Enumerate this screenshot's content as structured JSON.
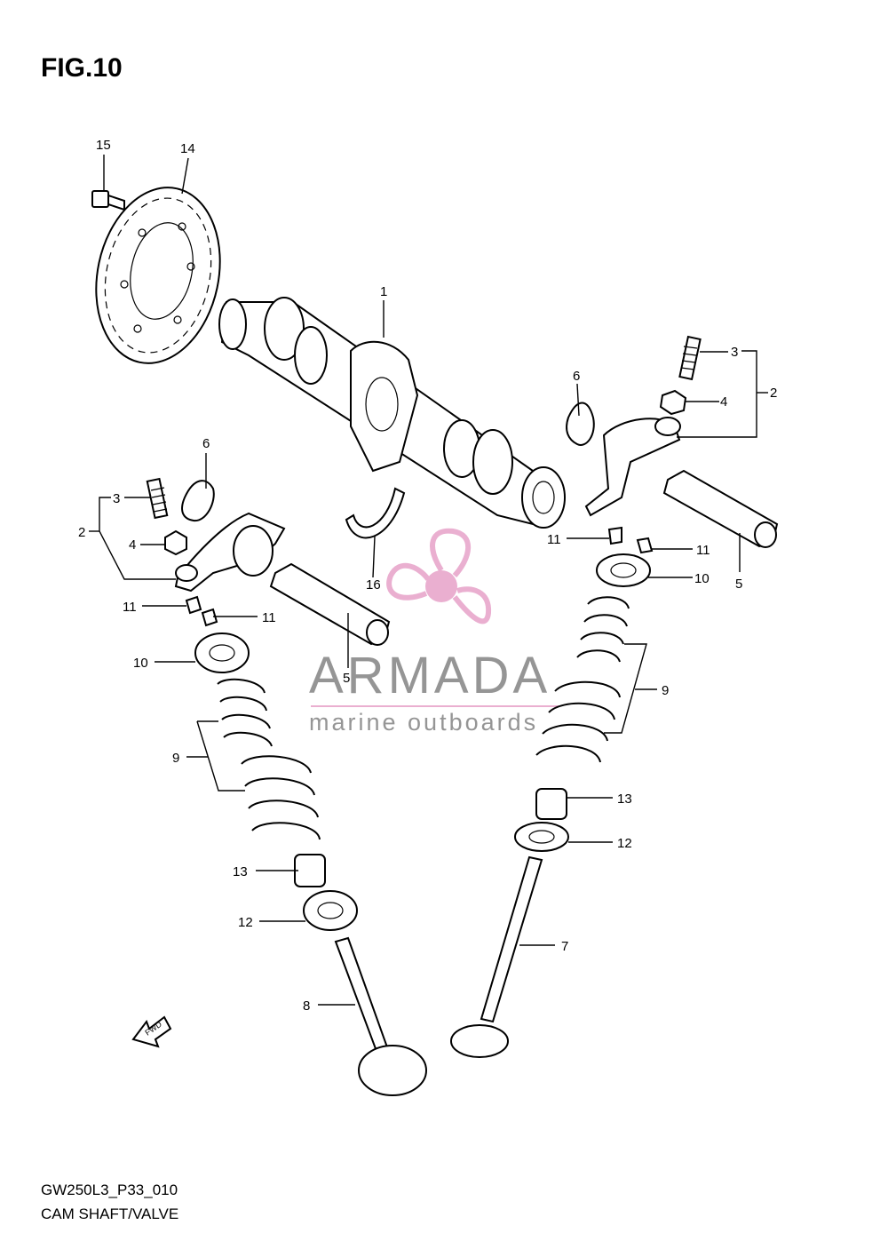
{
  "figure": {
    "title": "FIG.10"
  },
  "footer": {
    "code": "GW250L3_P33_010",
    "name": "CAM SHAFT/VALVE"
  },
  "watermark": {
    "brand": "ARMADA",
    "tagline": "marine outboards",
    "color": "#e8a7cc"
  },
  "fwd_arrow": {
    "label": "FWD"
  },
  "callouts": [
    {
      "id": "c15",
      "label": "15"
    },
    {
      "id": "c14",
      "label": "14"
    },
    {
      "id": "c1",
      "label": "1"
    },
    {
      "id": "c3r",
      "label": "3"
    },
    {
      "id": "c4r",
      "label": "4"
    },
    {
      "id": "c2r",
      "label": "2"
    },
    {
      "id": "c6r",
      "label": "6"
    },
    {
      "id": "c6l",
      "label": "6"
    },
    {
      "id": "c3l",
      "label": "3"
    },
    {
      "id": "c2l",
      "label": "2"
    },
    {
      "id": "c4l",
      "label": "4"
    },
    {
      "id": "c11a",
      "label": "11"
    },
    {
      "id": "c11b",
      "label": "11"
    },
    {
      "id": "c10l",
      "label": "10"
    },
    {
      "id": "c5l",
      "label": "5"
    },
    {
      "id": "c16",
      "label": "16"
    },
    {
      "id": "c11c",
      "label": "11"
    },
    {
      "id": "c11d",
      "label": "11"
    },
    {
      "id": "c10r",
      "label": "10"
    },
    {
      "id": "c5r",
      "label": "5"
    },
    {
      "id": "c9r",
      "label": "9"
    },
    {
      "id": "c9l",
      "label": "9"
    },
    {
      "id": "c13r",
      "label": "13"
    },
    {
      "id": "c12r",
      "label": "12"
    },
    {
      "id": "c13l",
      "label": "13"
    },
    {
      "id": "c12l",
      "label": "12"
    },
    {
      "id": "c7",
      "label": "7"
    },
    {
      "id": "c8",
      "label": "8"
    }
  ]
}
